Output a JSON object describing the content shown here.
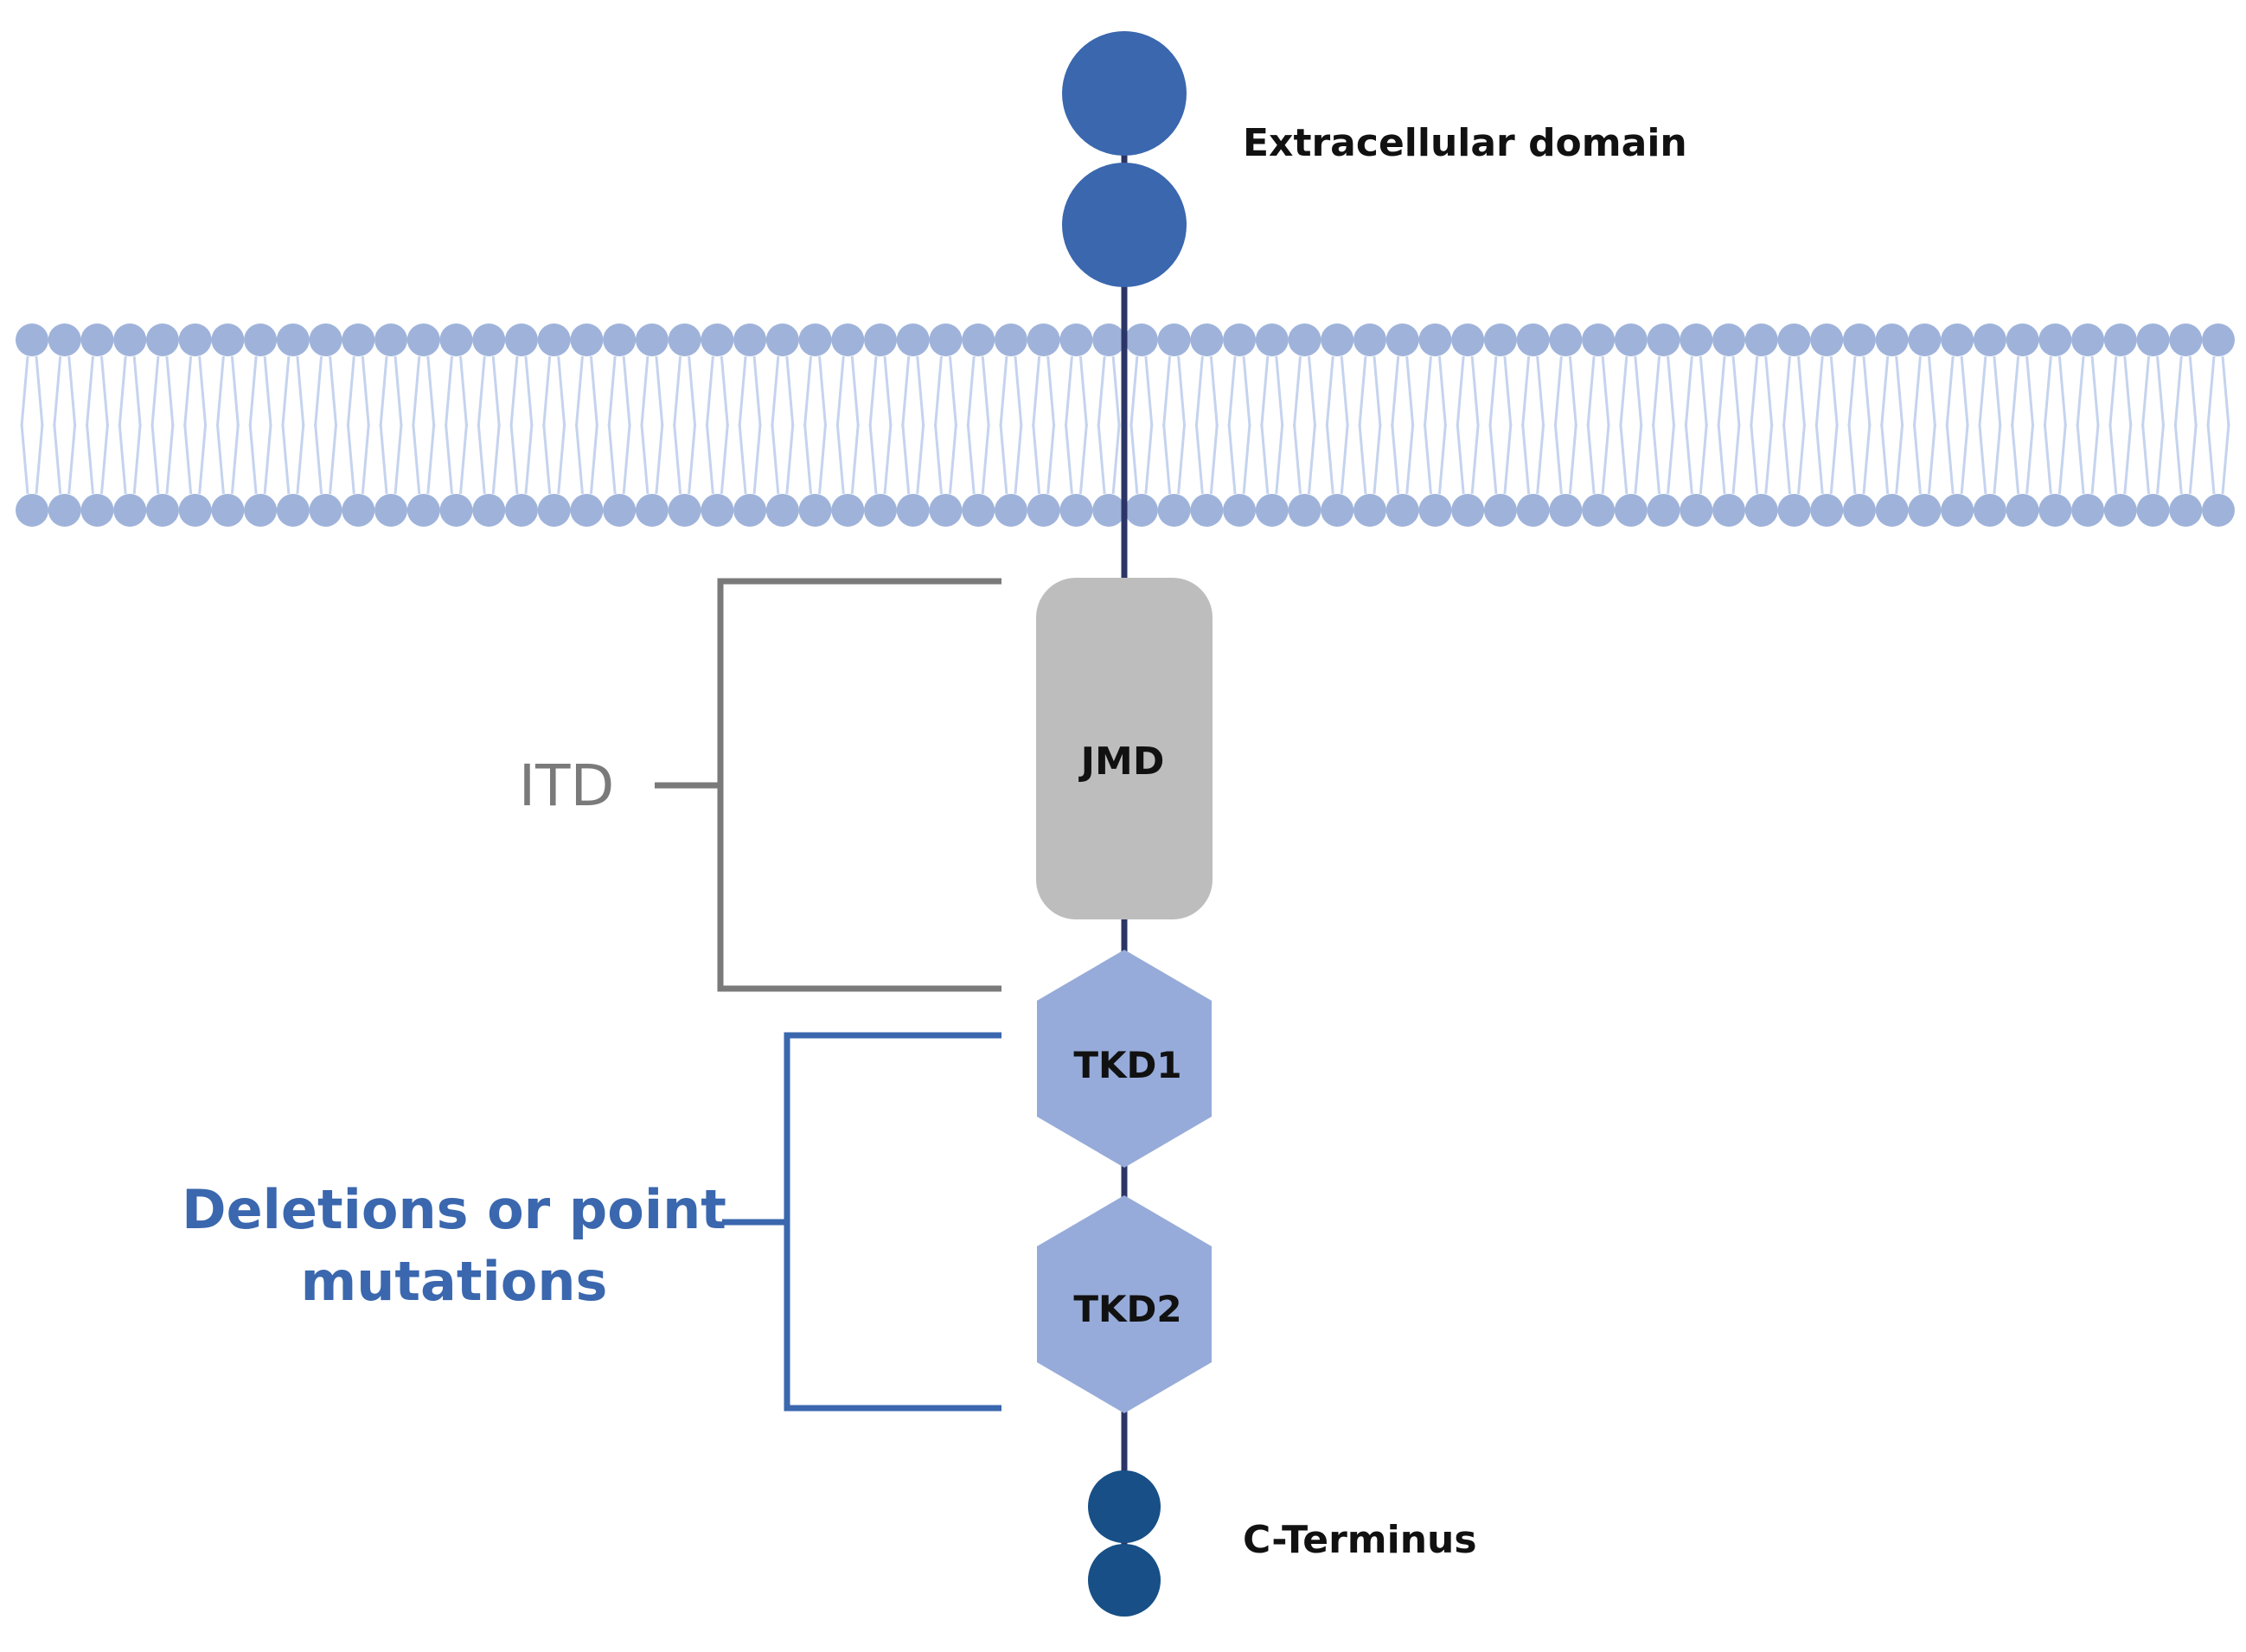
{
  "labels": {
    "extracellular": "Extracellular domain",
    "c_terminus": "C-Terminus",
    "jmd": "JMD",
    "tkd1": "TKD1",
    "tkd2": "TKD2",
    "itd": "ITD",
    "mutations_line1": "Deletions or point",
    "mutations_line2": "mutations"
  },
  "colors": {
    "extracellular_domain": "#3a67ae",
    "c_terminus": "#174f86",
    "backbone": "#2b3566",
    "membrane_head": "#9fb3da",
    "membrane_tail": "#c5d3ee",
    "jmd_fill": "#bdbdbd",
    "tkd_fill": "#96abd9",
    "itd_bracket": "#7a7a7a",
    "mutation_bracket": "#3a67ae"
  }
}
